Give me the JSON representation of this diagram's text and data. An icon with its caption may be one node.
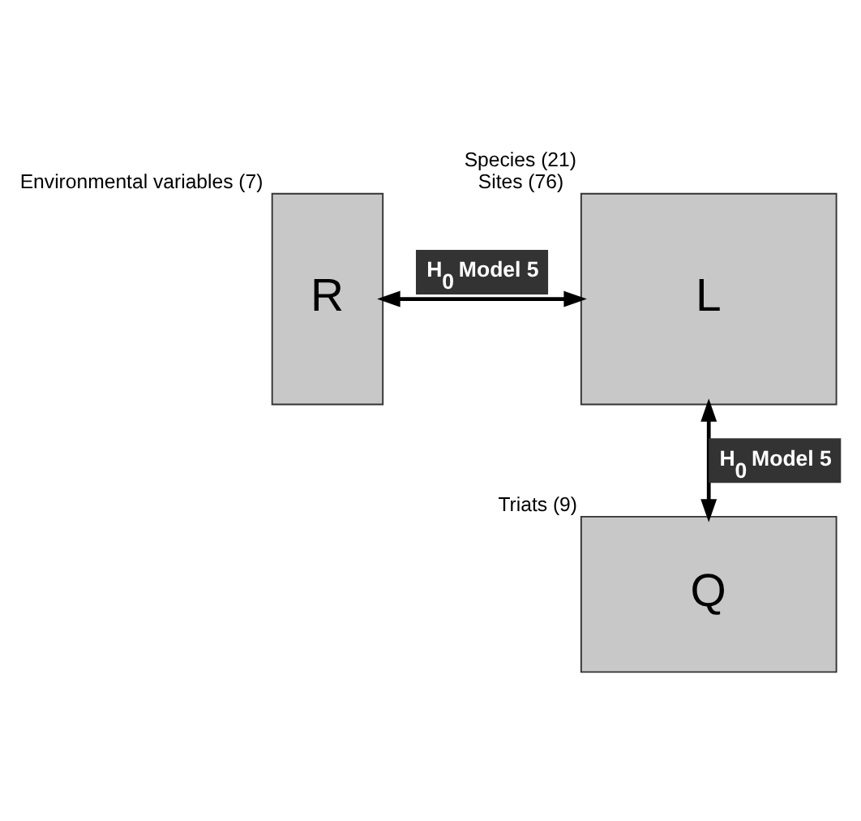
{
  "diagram": {
    "nodes": [
      {
        "text": [
          "R"
        ],
        "beside": [
          "Environmental variables (7)"
        ]
      },
      {
        "text": [
          "L"
        ],
        "beside": [
          "Species (21)",
          "Sites (76)"
        ]
      },
      {
        "text": [
          "Q"
        ],
        "beside": [
          "Triats (9)"
        ]
      }
    ],
    "edges": [
      {
        "from": 0,
        "to": 1,
        "arrow": "both",
        "label": "H$_{0}$ Model 5"
      },
      {
        "from": 1,
        "to": 2,
        "arrow": "both",
        "label": "H$_{0}$ Model 5"
      }
    ]
  }
}
